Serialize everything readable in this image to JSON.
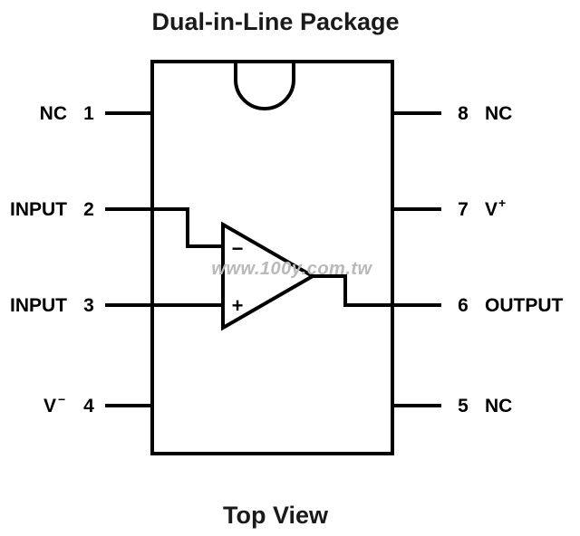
{
  "title": "Dual-in-Line Package",
  "footer": "Top View",
  "watermark": "www.100y.com.tw",
  "pins": {
    "p1": {
      "number": "1",
      "label": "NC"
    },
    "p2": {
      "number": "2",
      "label": "INPUT"
    },
    "p3": {
      "number": "3",
      "label": "INPUT"
    },
    "p4": {
      "number": "4",
      "label": "V",
      "superscript": "−"
    },
    "p5": {
      "number": "5",
      "label": "NC"
    },
    "p6": {
      "number": "6",
      "label": "OUTPUT"
    },
    "p7": {
      "number": "7",
      "label": "V",
      "superscript": "+"
    },
    "p8": {
      "number": "8",
      "label": "NC"
    }
  },
  "opamp": {
    "inverting_sign": "−",
    "noninverting_sign": "+"
  },
  "colors": {
    "line": "#000000",
    "watermark": "#b9b9b9",
    "background": "#ffffff"
  }
}
